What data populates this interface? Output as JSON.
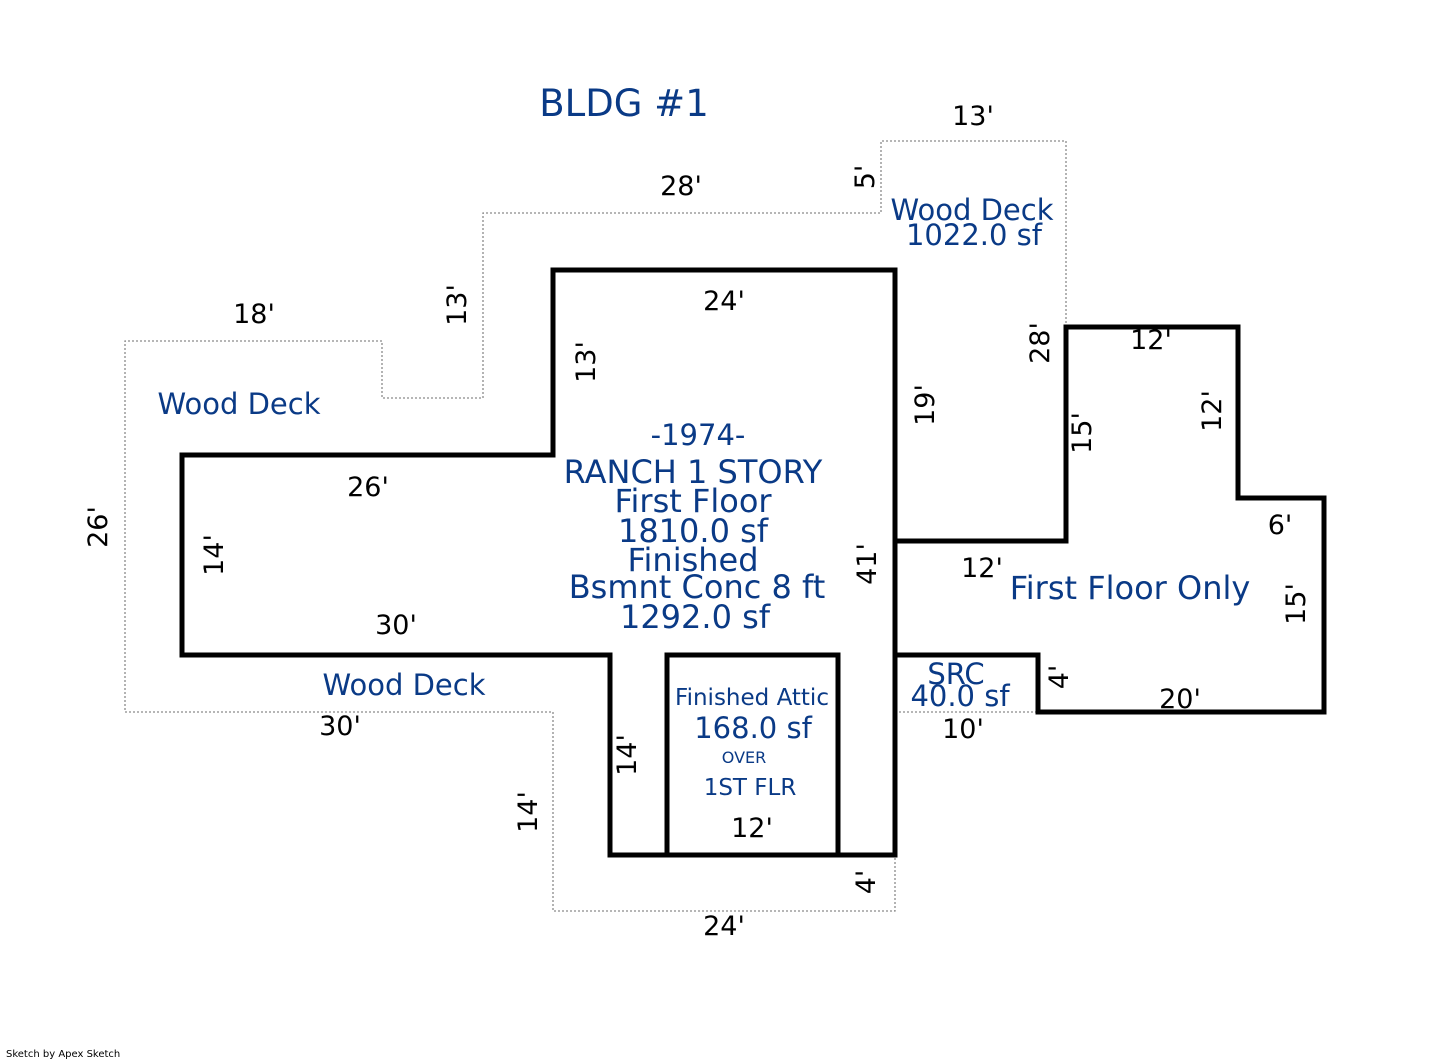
{
  "title": "BLDG #1",
  "credit": "Sketch by Apex Sketch",
  "colors": {
    "label": "#0a3a86",
    "walls": "#000000",
    "deck_outline": "#8a8a8a"
  },
  "main_area": {
    "year": "-1974-",
    "style": "RANCH 1 STORY",
    "floor": "First Floor",
    "floor_area": "1810.0 sf",
    "finish": "Finished",
    "basement": "Bsmnt Conc 8 ft",
    "basement_area": "1292.0 sf"
  },
  "attic": {
    "name": "Finished Attic",
    "area": "168.0 sf",
    "over": "OVER",
    "location": "1ST FLR"
  },
  "first_floor_only": {
    "name": "First Floor Only"
  },
  "src": {
    "name": "SRC",
    "area": "40.0 sf"
  },
  "decks": {
    "top_right": {
      "name": "Wood Deck",
      "area": "1022.0 sf"
    },
    "left": {
      "name": "Wood Deck"
    },
    "bottom": {
      "name": "Wood Deck"
    }
  },
  "dimensions": {
    "deck_top_13": "13'",
    "deck_top_28": "28'",
    "deck_5": "5'",
    "deck_13_vert": "13'",
    "deck_18": "18'",
    "deck_26": "26'",
    "deck_30": "30'",
    "deck_14": "14'",
    "deck_24": "24'",
    "deck_4": "4'",
    "deck_28_vert": "28'",
    "main_24": "24'",
    "main_13": "13'",
    "main_19": "19'",
    "main_26": "26'",
    "main_14": "14'",
    "main_30": "30'",
    "main_41": "41'",
    "main_14_lower": "14'",
    "attic_12": "12'",
    "ffo_12_top": "12'",
    "ffo_12_right": "12'",
    "ffo_15_left": "15'",
    "ffo_6": "6'",
    "ffo_12_bottom": "12'",
    "ffo_15_right": "15'",
    "ffo_20": "20'",
    "ffo_4": "4'",
    "src_10": "10'"
  }
}
